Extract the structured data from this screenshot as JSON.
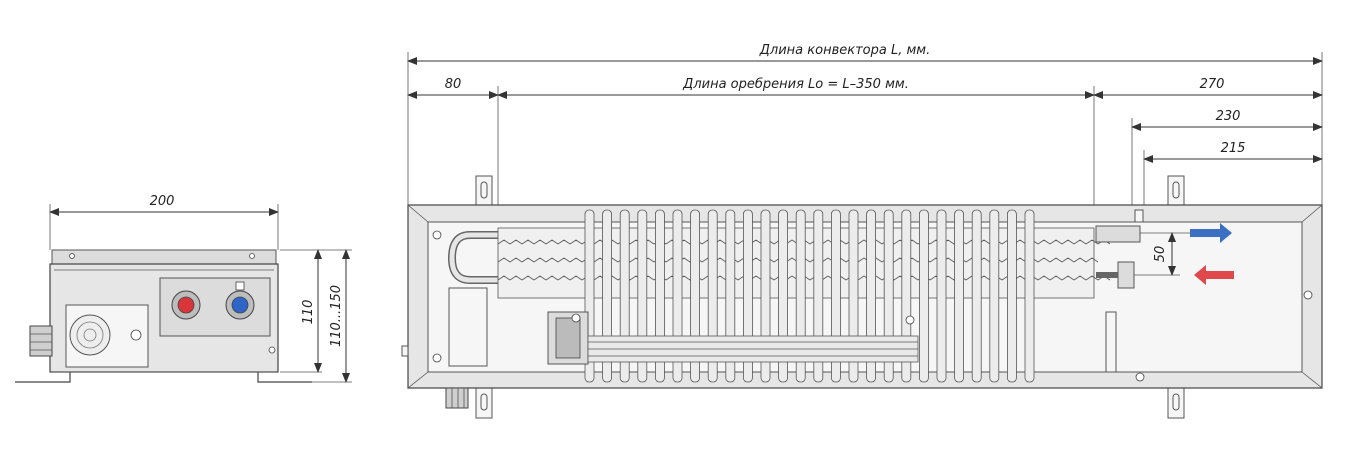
{
  "dimensions": {
    "total_length": "Длина конвектора L, мм.",
    "left_offset": "80",
    "fin_length": "Длина оребрения Lo = L–350 мм.",
    "right_offset": "270",
    "pipe_offset_1": "230",
    "pipe_offset_2": "215",
    "pipe_spacing": "50",
    "side_width": "200",
    "side_height": "110",
    "side_height_range": "110...150"
  },
  "colors": {
    "supply_arrow": "#e0494b",
    "return_arrow": "#3b6fc4",
    "supply_valve": "#d9363a",
    "return_valve": "#2f64c8"
  },
  "icons": {
    "supply_arrow": "arrow-left-red-icon",
    "return_arrow": "arrow-right-blue-icon"
  }
}
